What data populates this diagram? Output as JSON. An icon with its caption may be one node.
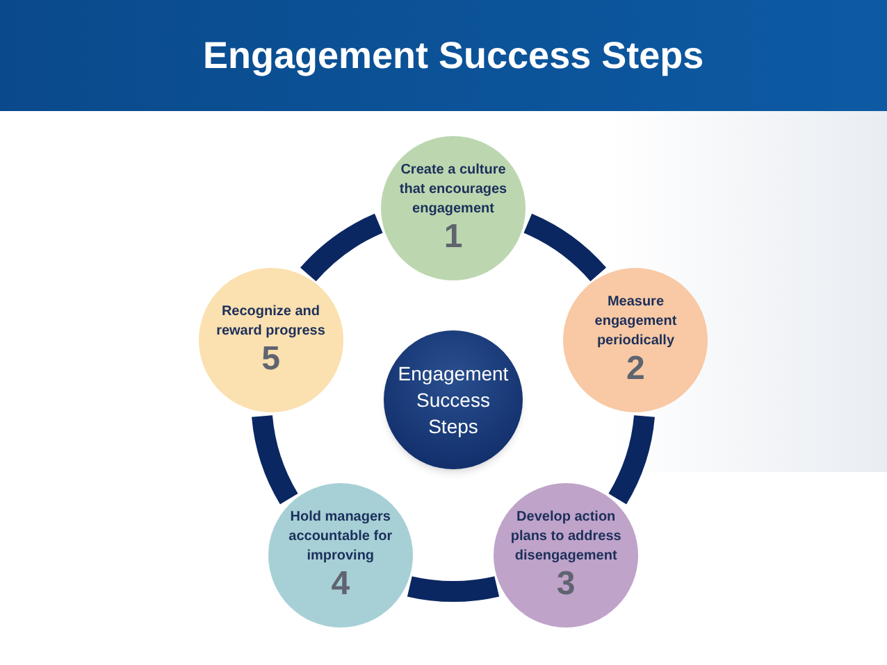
{
  "diagram": {
    "title": "Engagement Success Steps",
    "nodes": [
      {
        "text": [
          "Engagement Success Steps"
        ]
      },
      {
        "text": [
          "Create a culture that encourages engagement",
          "1"
        ]
      },
      {
        "text": [
          "Measure engagement periodically",
          "2"
        ]
      },
      {
        "text": [
          "Develop action plans to address disengagement",
          "3"
        ]
      },
      {
        "text": [
          "Hold managers accountable for improving",
          "4"
        ]
      },
      {
        "text": [
          "Recognize and reward progress",
          "5"
        ]
      }
    ],
    "edges": [
      {
        "from": 1,
        "to": 2,
        "arrow": "none"
      },
      {
        "from": 2,
        "to": 3,
        "arrow": "none"
      },
      {
        "from": 3,
        "to": 4,
        "arrow": "none"
      },
      {
        "from": 4,
        "to": 5,
        "arrow": "none"
      },
      {
        "from": 5,
        "to": 1,
        "arrow": "none"
      }
    ]
  }
}
